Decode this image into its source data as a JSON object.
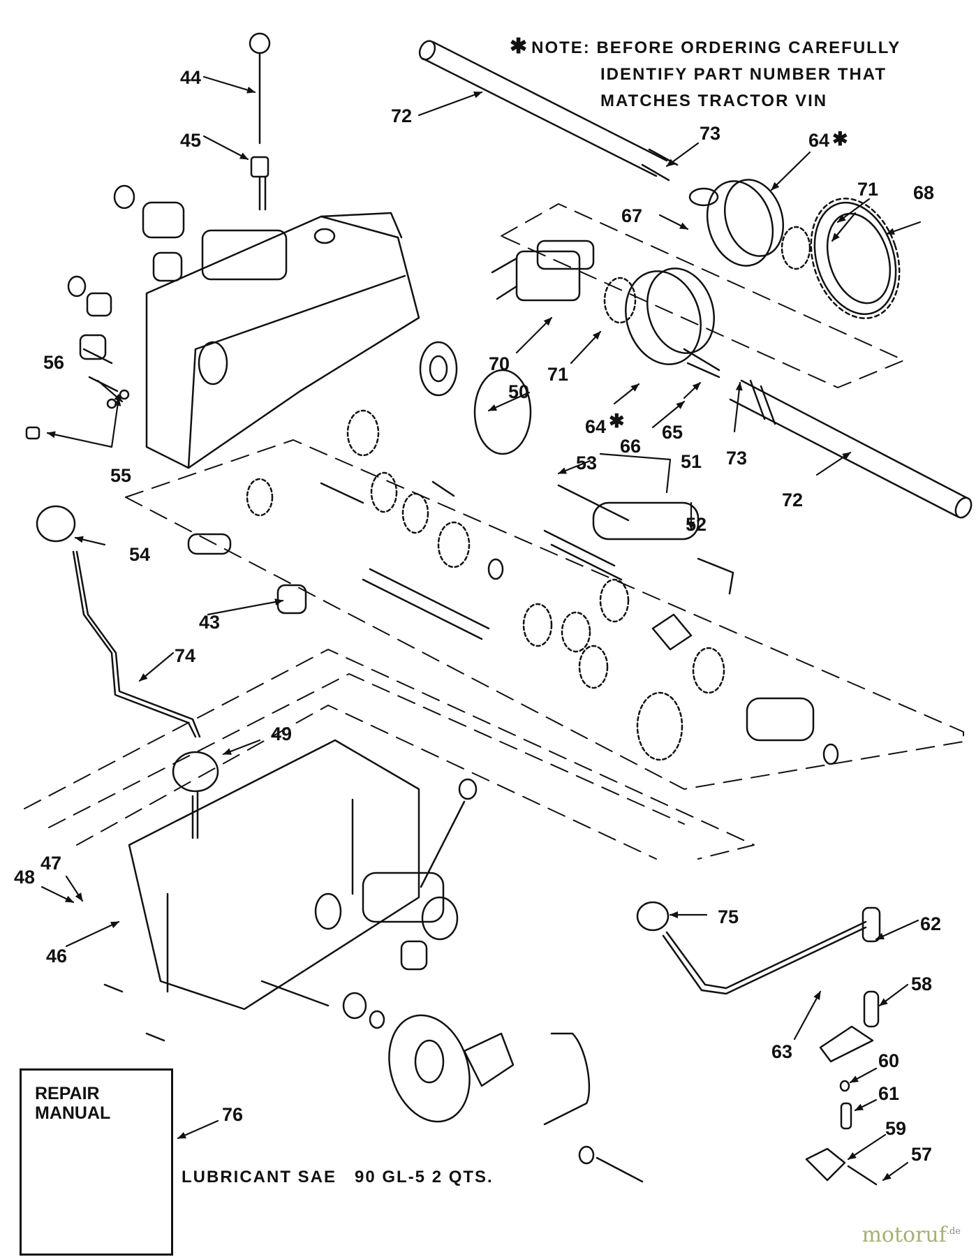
{
  "note": {
    "marker": "✱",
    "line1": "NOTE: BEFORE ORDERING CAREFULLY",
    "line2": "IDENTIFY PART NUMBER THAT",
    "line3": "MATCHES TRACTOR VIN"
  },
  "manual": {
    "title_line1": "REPAIR",
    "title_line2": "MANUAL"
  },
  "lubricant": "LUBRICANT SAE   90 GL-5 2 QTS.",
  "watermark": {
    "name": "motoruf",
    "suffix": ".de"
  },
  "parts": {
    "p43": "43",
    "p44": "44",
    "p45": "45",
    "p46": "46",
    "p47": "47",
    "p48": "48",
    "p49": "49",
    "p50": "50",
    "p51": "51",
    "p52": "52",
    "p53": "53",
    "p54": "54",
    "p55": "55",
    "p56": "56",
    "p57": "57",
    "p58": "58",
    "p59": "59",
    "p60": "60",
    "p61": "61",
    "p62": "62",
    "p63": "63",
    "p64a": "64",
    "p64b": "64",
    "p65": "65",
    "p66": "66",
    "p67": "67",
    "p68": "68",
    "p70": "70",
    "p71a": "71",
    "p71b": "71",
    "p72a": "72",
    "p72b": "72",
    "p73a": "73",
    "p73b": "73",
    "p74": "74",
    "p75": "75",
    "p76": "76"
  }
}
